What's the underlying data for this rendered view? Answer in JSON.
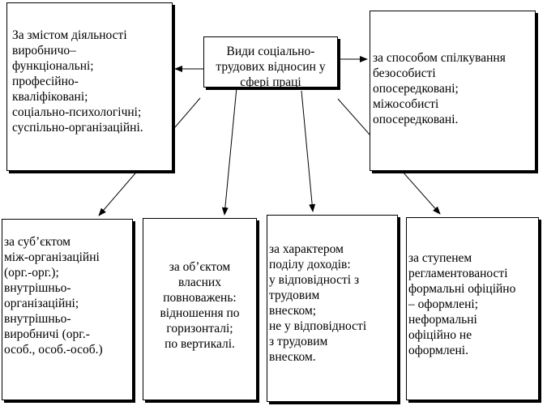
{
  "center": {
    "text": "Види соціально-\nтрудових відносин у\nсфері праці"
  },
  "left_top": {
    "text": "За змістом діяльності\nвиробничо–\nфункціональні;\nпрофесійно-\nкваліфіковані;\nсоціально-психологічні;\nсуспільно-організаційні."
  },
  "right_top": {
    "text": "за способом спілкування\nбезособисті\nопосередковані;\nміжособисті\nопосередковані."
  },
  "bottom": [
    {
      "text": "за суб’єктом\nміж-організаційні\n(орг.-орг.);\nвнутрішньо-\nорганізаційні;\nвнутрішньо-\nвиробничі (орг.-\nособ., особ.-особ.)"
    },
    {
      "text": "за об’єктом\nвласних\nповноважень:\nвідношення по\nгоризонталі;\nпо вертикалі."
    },
    {
      "text": "за характером\nподілу доходів:\nу відповідності з\nтрудовим\nвнеском;\nне у відповідності\nз трудовим\nвнеском."
    },
    {
      "text": "за ступенем\nрегламентованості\nформальні офіційно\n– оформлені;\nнеформальні\nофіційно не\nоформлені."
    }
  ]
}
